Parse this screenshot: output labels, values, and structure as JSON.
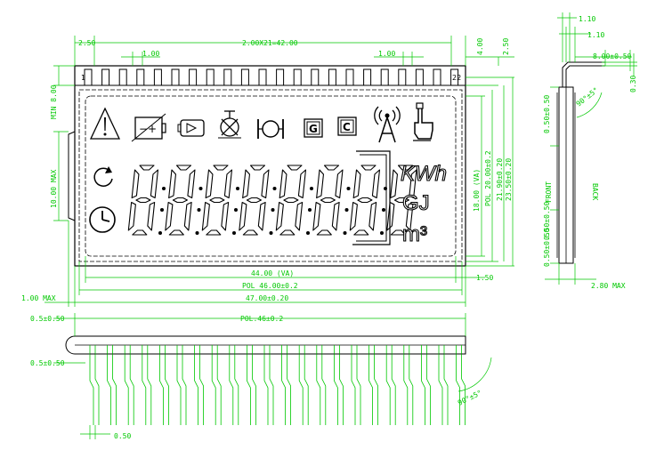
{
  "front_view": {
    "pin_first": "1",
    "pin_last": "22",
    "digits": "88888888",
    "units": {
      "energy": "KWh",
      "heat": "GJ",
      "volume": "m³"
    }
  },
  "dimensions": {
    "pitch_total": "2.00X21=42.00",
    "edge_left": "2.50",
    "pin_width_left": "1.00",
    "pin_width_right": "1.00",
    "top_right_a": "4.00",
    "top_right_b": "2.50",
    "min_top": "MIN 8.00",
    "max_left": "10.00 MAX",
    "va_height": "18.00 (VA)",
    "pol_height": "POL 20.00±0.2",
    "outer_height_a": "21.90±0.20",
    "outer_height_b": "23.50±0.20",
    "va_width": "44.00 (VA)",
    "va_right": "1.50",
    "pol_width": "POL 46.00±0.2",
    "outer_width": "47.00±0.20",
    "max_bottom": "1.00 MAX"
  },
  "side_view": {
    "dim_a": "1.10",
    "dim_b": "1.10",
    "dim_c": "8.00±0.50",
    "dim_d": "0.30",
    "angle": "90°±5°",
    "front_label": "FRONT",
    "back_label": "BACK",
    "dim_e": "0.50±0.50",
    "dim_f": "0.50±0.50",
    "dim_g": "0.50±0.50",
    "thickness": "2.80 MAX"
  },
  "bottom_view": {
    "dim_a": "0.5±0.50",
    "pol_width": "POL.46±0.2",
    "dim_b": "0.5±0.50",
    "angle": "90°±5°",
    "pin_width": "0.50"
  }
}
